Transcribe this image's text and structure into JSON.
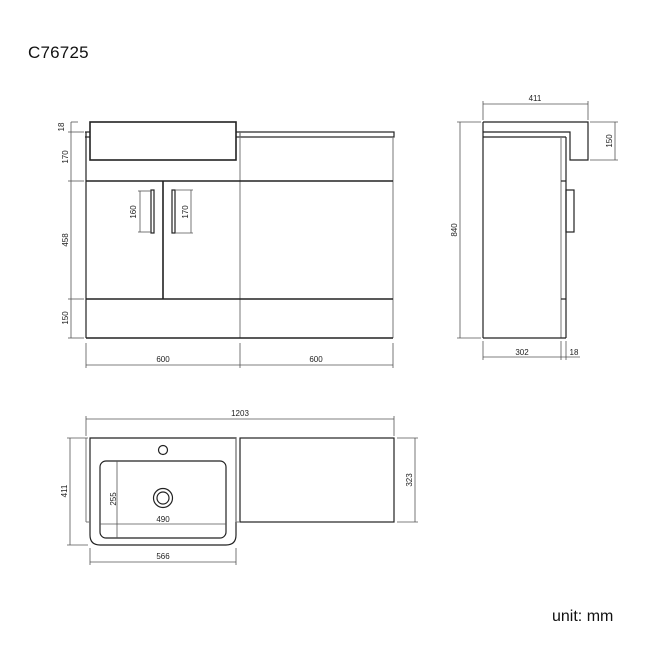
{
  "title": {
    "model_code": "C76725"
  },
  "unit": {
    "label": "unit: mm"
  },
  "front_view": {
    "dimensions": {
      "basin_rim": "18",
      "top_section": "170",
      "door_section": "458",
      "plinth": "150",
      "left_width": "600",
      "right_width": "600",
      "handle_left": "160",
      "handle_right": "170"
    }
  },
  "side_view": {
    "dimensions": {
      "total_depth": "411",
      "basin_height": "150",
      "total_height": "840",
      "cabinet_depth": "302",
      "door_thickness": "18"
    }
  },
  "top_view": {
    "dimensions": {
      "total_width": "1203",
      "basin_depth": "411",
      "bowl_depth": "255",
      "bowl_width": "490",
      "basin_width": "566",
      "worktop_depth": "323"
    }
  }
}
